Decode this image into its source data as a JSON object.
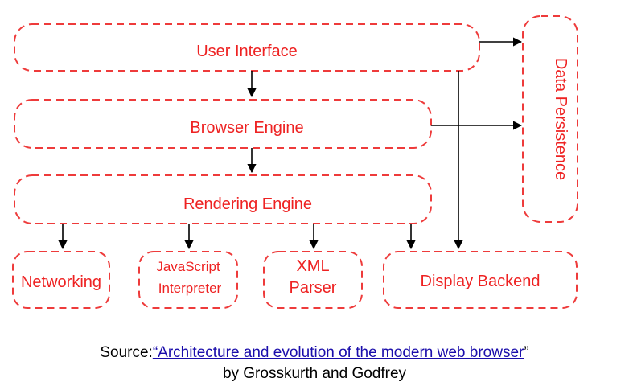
{
  "diagram": {
    "user_interface": "User Interface",
    "browser_engine": "Browser Engine",
    "rendering_engine": "Rendering Engine",
    "data_persistence": "Data Persistence",
    "networking": "Networking",
    "js_line1": "JavaScript",
    "js_line2": "Interpreter",
    "xml_line1": "XML",
    "xml_line2": "Parser",
    "display_backend": "Display Backend",
    "colors": {
      "box_stroke": "#ee3b3b",
      "label": "#ee2222",
      "arrow": "#000000",
      "link": "#1a0dab"
    }
  },
  "caption": {
    "source_prefix": "Source:",
    "link_text": "“Architecture and evolution of the modern web browser",
    "close_quote": "”",
    "authors": "by Grosskurth and Godfrey"
  }
}
